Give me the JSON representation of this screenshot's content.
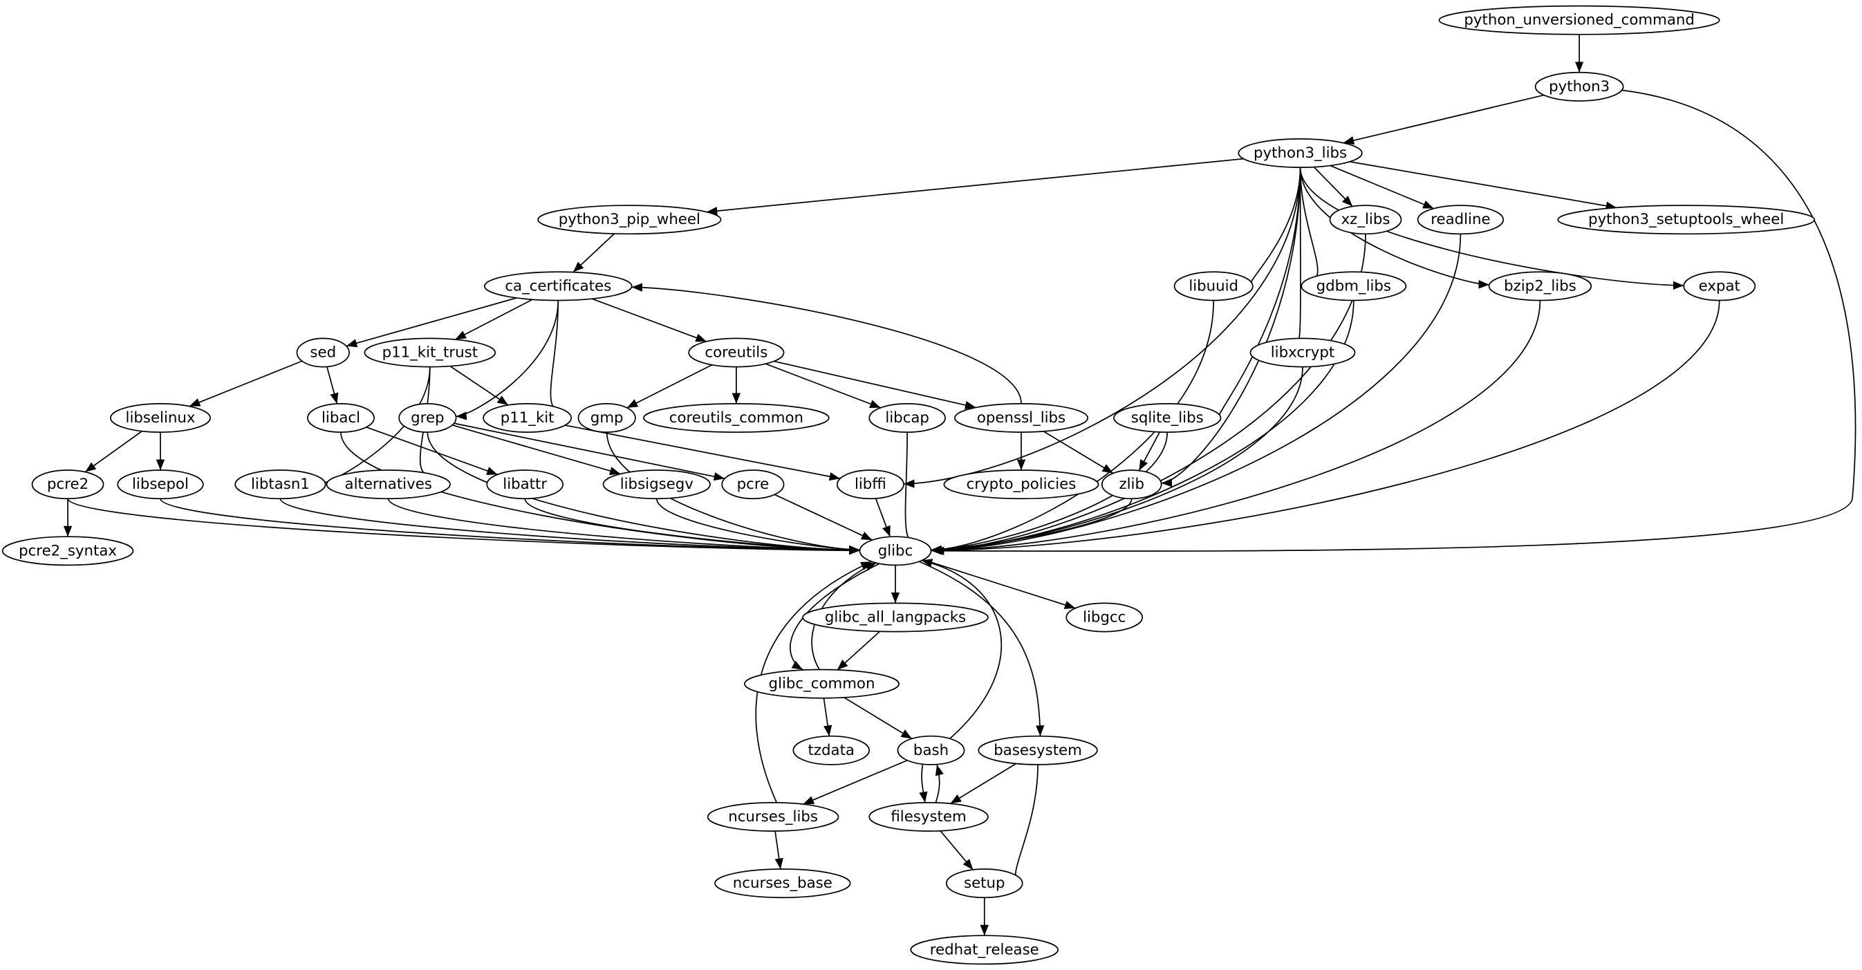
{
  "graph": {
    "nodes": [
      {
        "id": "python_unversioned_command",
        "label": "python_unversioned_command"
      },
      {
        "id": "python3",
        "label": "python3"
      },
      {
        "id": "python3_libs",
        "label": "python3_libs"
      },
      {
        "id": "python3_pip_wheel",
        "label": "python3_pip_wheel"
      },
      {
        "id": "xz_libs",
        "label": "xz_libs"
      },
      {
        "id": "readline",
        "label": "readline"
      },
      {
        "id": "python3_setuptools_wheel",
        "label": "python3_setuptools_wheel"
      },
      {
        "id": "ca_certificates",
        "label": "ca_certificates"
      },
      {
        "id": "libuuid",
        "label": "libuuid"
      },
      {
        "id": "gdbm_libs",
        "label": "gdbm_libs"
      },
      {
        "id": "bzip2_libs",
        "label": "bzip2_libs"
      },
      {
        "id": "expat",
        "label": "expat"
      },
      {
        "id": "sed",
        "label": "sed"
      },
      {
        "id": "p11_kit_trust",
        "label": "p11_kit_trust"
      },
      {
        "id": "coreutils",
        "label": "coreutils"
      },
      {
        "id": "libxcrypt",
        "label": "libxcrypt"
      },
      {
        "id": "libselinux",
        "label": "libselinux"
      },
      {
        "id": "libacl",
        "label": "libacl"
      },
      {
        "id": "grep",
        "label": "grep"
      },
      {
        "id": "p11_kit",
        "label": "p11_kit"
      },
      {
        "id": "gmp",
        "label": "gmp"
      },
      {
        "id": "coreutils_common",
        "label": "coreutils_common"
      },
      {
        "id": "libcap",
        "label": "libcap"
      },
      {
        "id": "openssl_libs",
        "label": "openssl_libs"
      },
      {
        "id": "sqlite_libs",
        "label": "sqlite_libs"
      },
      {
        "id": "pcre2",
        "label": "pcre2"
      },
      {
        "id": "libsepol",
        "label": "libsepol"
      },
      {
        "id": "libtasn1",
        "label": "libtasn1"
      },
      {
        "id": "alternatives",
        "label": "alternatives"
      },
      {
        "id": "libattr",
        "label": "libattr"
      },
      {
        "id": "libsigsegv",
        "label": "libsigsegv"
      },
      {
        "id": "pcre",
        "label": "pcre"
      },
      {
        "id": "libffi",
        "label": "libffi"
      },
      {
        "id": "crypto_policies",
        "label": "crypto_policies"
      },
      {
        "id": "zlib",
        "label": "zlib"
      },
      {
        "id": "pcre2_syntax",
        "label": "pcre2_syntax"
      },
      {
        "id": "glibc",
        "label": "glibc"
      },
      {
        "id": "glibc_all_langpacks",
        "label": "glibc_all_langpacks"
      },
      {
        "id": "libgcc",
        "label": "libgcc"
      },
      {
        "id": "glibc_common",
        "label": "glibc_common"
      },
      {
        "id": "tzdata",
        "label": "tzdata"
      },
      {
        "id": "bash",
        "label": "bash"
      },
      {
        "id": "basesystem",
        "label": "basesystem"
      },
      {
        "id": "ncurses_libs",
        "label": "ncurses_libs"
      },
      {
        "id": "filesystem",
        "label": "filesystem"
      },
      {
        "id": "setup",
        "label": "setup"
      },
      {
        "id": "ncurses_base",
        "label": "ncurses_base"
      },
      {
        "id": "redhat_release",
        "label": "redhat_release"
      }
    ],
    "edges": [
      [
        "python_unversioned_command",
        "python3"
      ],
      [
        "python3",
        "python3_libs"
      ],
      [
        "python3",
        "glibc"
      ],
      [
        "python3_libs",
        "python3_pip_wheel"
      ],
      [
        "python3_libs",
        "xz_libs"
      ],
      [
        "python3_libs",
        "readline"
      ],
      [
        "python3_libs",
        "python3_setuptools_wheel"
      ],
      [
        "python3_libs",
        "bzip2_libs"
      ],
      [
        "python3_libs",
        "expat"
      ],
      [
        "python3_libs",
        "libuuid"
      ],
      [
        "python3_libs",
        "gdbm_libs"
      ],
      [
        "python3_libs",
        "libxcrypt"
      ],
      [
        "python3_libs",
        "sqlite_libs"
      ],
      [
        "python3_libs",
        "zlib"
      ],
      [
        "python3_libs",
        "libffi"
      ],
      [
        "python3_pip_wheel",
        "ca_certificates"
      ],
      [
        "ca_certificates",
        "sed"
      ],
      [
        "ca_certificates",
        "p11_kit_trust"
      ],
      [
        "ca_certificates",
        "grep"
      ],
      [
        "ca_certificates",
        "p11_kit"
      ],
      [
        "ca_certificates",
        "coreutils"
      ],
      [
        "openssl_libs",
        "ca_certificates"
      ],
      [
        "coreutils",
        "gmp"
      ],
      [
        "coreutils",
        "coreutils_common"
      ],
      [
        "coreutils",
        "libcap"
      ],
      [
        "coreutils",
        "openssl_libs"
      ],
      [
        "sed",
        "libselinux"
      ],
      [
        "sed",
        "libacl"
      ],
      [
        "p11_kit_trust",
        "libtasn1"
      ],
      [
        "p11_kit_trust",
        "alternatives"
      ],
      [
        "p11_kit_trust",
        "p11_kit"
      ],
      [
        "libselinux",
        "pcre2"
      ],
      [
        "libselinux",
        "libsepol"
      ],
      [
        "pcre2",
        "pcre2_syntax"
      ],
      [
        "libacl",
        "libattr"
      ],
      [
        "grep",
        "libsigsegv"
      ],
      [
        "grep",
        "pcre"
      ],
      [
        "p11_kit",
        "libffi"
      ],
      [
        "openssl_libs",
        "crypto_policies"
      ],
      [
        "openssl_libs",
        "zlib"
      ],
      [
        "sqlite_libs",
        "zlib"
      ],
      [
        "pcre2",
        "glibc"
      ],
      [
        "libsepol",
        "glibc"
      ],
      [
        "libtasn1",
        "glibc"
      ],
      [
        "alternatives",
        "glibc"
      ],
      [
        "libacl",
        "glibc"
      ],
      [
        "grep",
        "glibc"
      ],
      [
        "libattr",
        "glibc"
      ],
      [
        "libsigsegv",
        "glibc"
      ],
      [
        "pcre",
        "glibc"
      ],
      [
        "gmp",
        "glibc"
      ],
      [
        "libffi",
        "glibc"
      ],
      [
        "libcap",
        "glibc"
      ],
      [
        "zlib",
        "glibc"
      ],
      [
        "sqlite_libs",
        "glibc"
      ],
      [
        "libuuid",
        "glibc"
      ],
      [
        "libxcrypt",
        "glibc"
      ],
      [
        "gdbm_libs",
        "glibc"
      ],
      [
        "xz_libs",
        "glibc"
      ],
      [
        "readline",
        "glibc"
      ],
      [
        "bzip2_libs",
        "glibc"
      ],
      [
        "expat",
        "glibc"
      ],
      [
        "bash",
        "glibc"
      ],
      [
        "ncurses_libs",
        "glibc"
      ],
      [
        "glibc_common",
        "glibc"
      ],
      [
        "glibc",
        "glibc_all_langpacks"
      ],
      [
        "glibc",
        "libgcc"
      ],
      [
        "glibc",
        "glibc_common"
      ],
      [
        "glibc",
        "basesystem"
      ],
      [
        "glibc_all_langpacks",
        "glibc_common"
      ],
      [
        "glibc_common",
        "tzdata"
      ],
      [
        "glibc_common",
        "bash"
      ],
      [
        "bash",
        "ncurses_libs"
      ],
      [
        "bash",
        "filesystem"
      ],
      [
        "filesystem",
        "bash"
      ],
      [
        "filesystem",
        "setup"
      ],
      [
        "basesystem",
        "filesystem"
      ],
      [
        "basesystem",
        "setup"
      ],
      [
        "ncurses_libs",
        "ncurses_base"
      ],
      [
        "setup",
        "redhat_release"
      ]
    ]
  }
}
